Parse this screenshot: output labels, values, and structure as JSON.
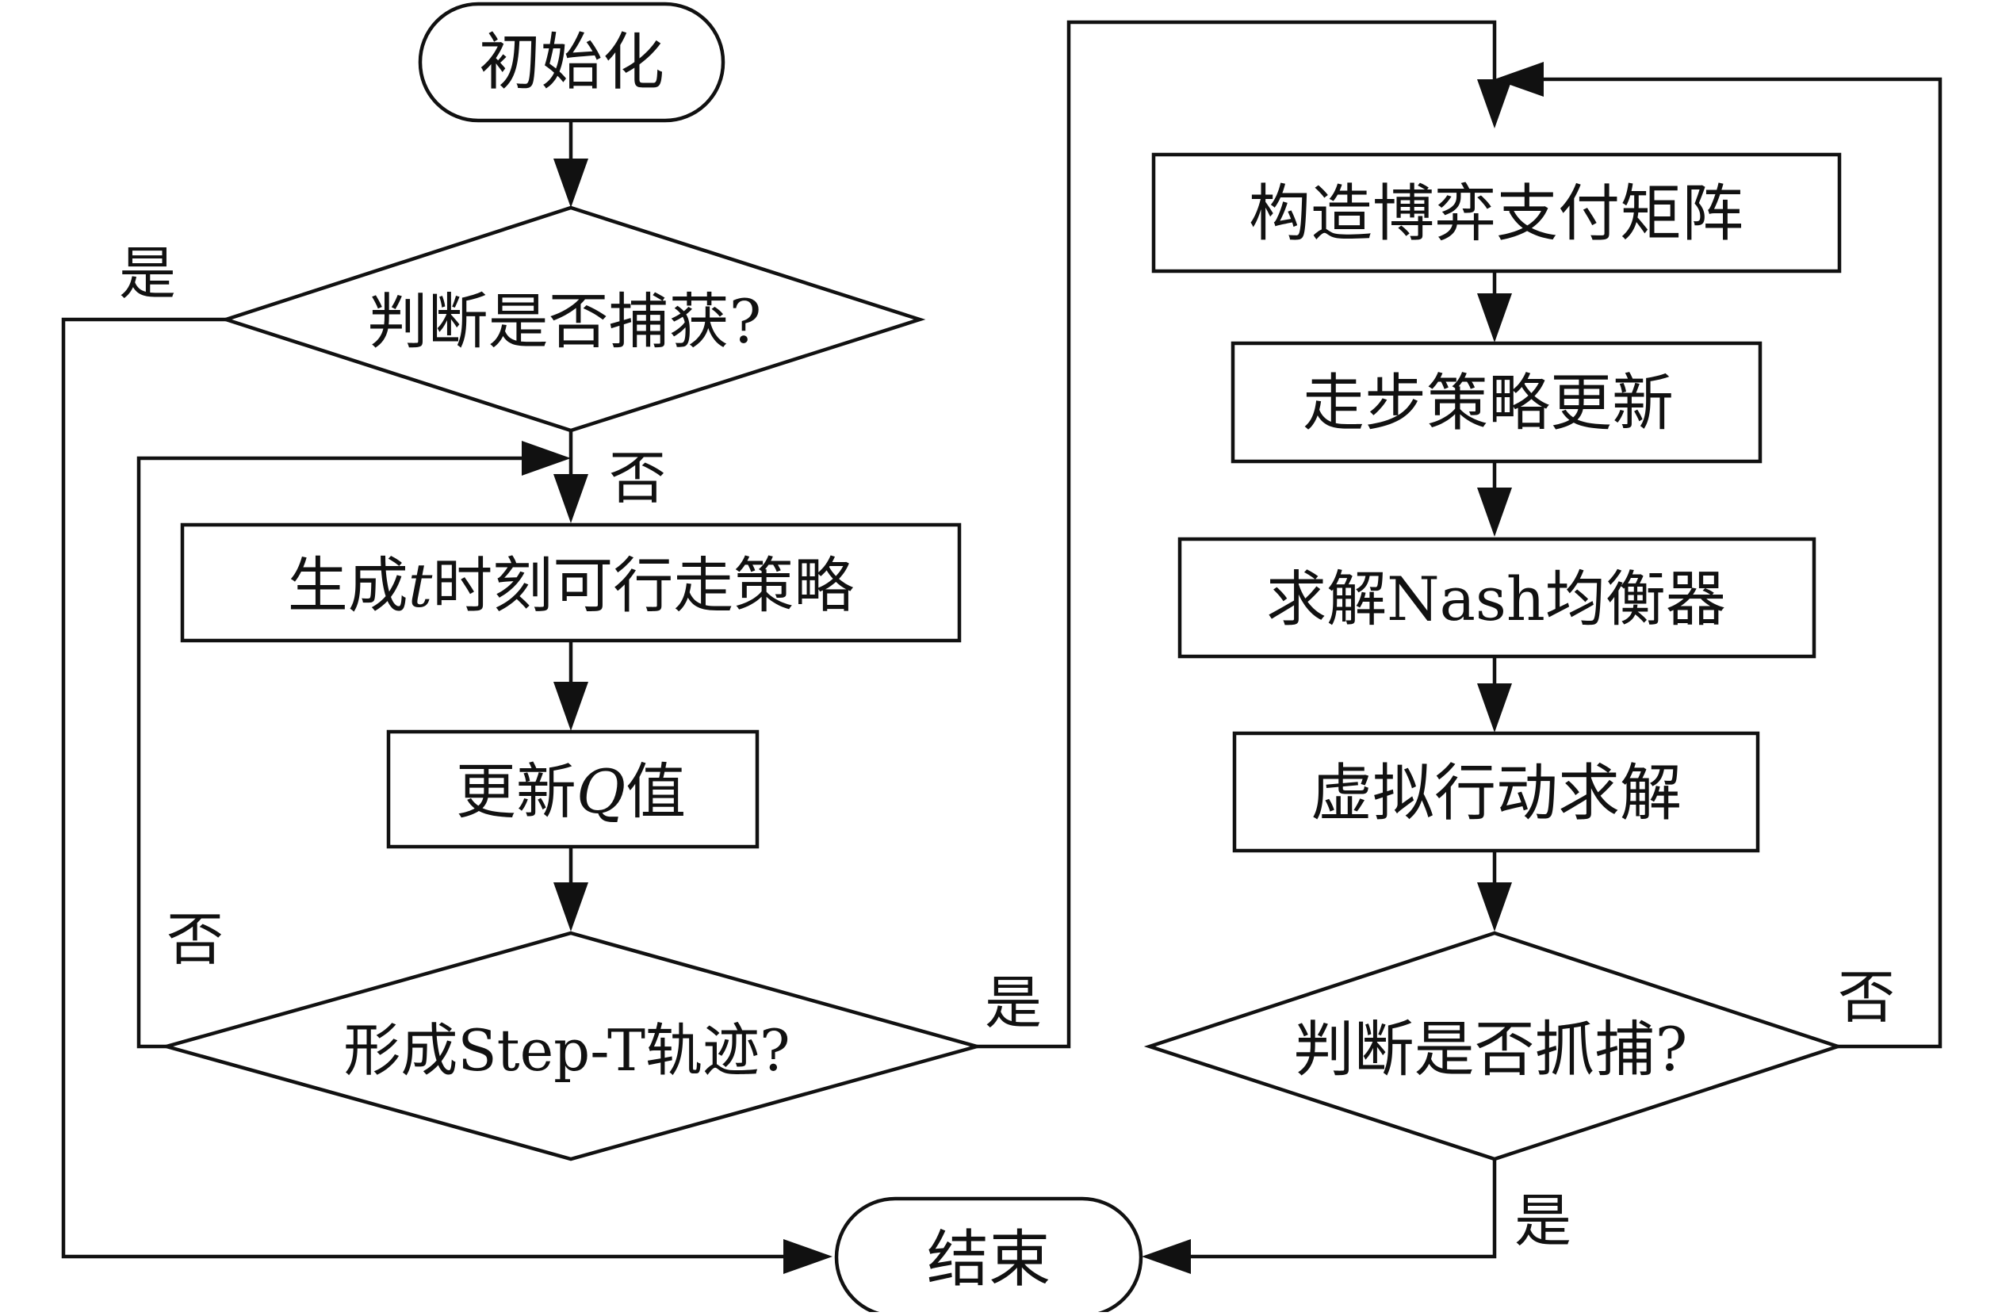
{
  "nodes": {
    "init": "初始化",
    "judge_capture": "判断是否捕获?",
    "gen_strategy": {
      "pre": "生成",
      "var": "t",
      "post": "时刻可行走策略"
    },
    "update_q": {
      "pre": "更新",
      "var": "Q",
      "post": "值"
    },
    "form_traj": "形成Step-T轨迹?",
    "build_matrix": "构造博弈支付矩阵",
    "step_update": "走步策略更新",
    "solve_nash": "求解Nash均衡器",
    "virtual_solve": "虚拟行动求解",
    "judge_catch": "判断是否抓捕?",
    "end": "结束"
  },
  "labels": {
    "yes": "是",
    "no": "否"
  },
  "colors": {
    "stroke": "#111111",
    "background": "#ffffff"
  }
}
